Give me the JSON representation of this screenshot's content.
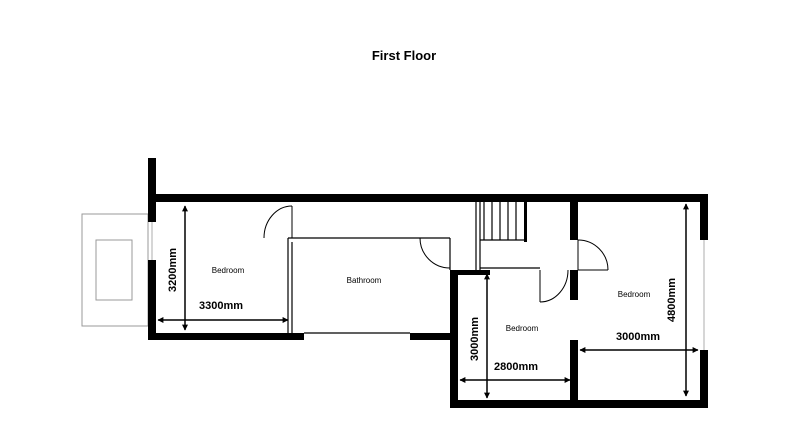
{
  "plan": {
    "title": "First Floor",
    "rooms": {
      "bedroom_left": "Bedroom",
      "bathroom": "Bathroom",
      "bedroom_middle": "Bedroom",
      "bedroom_right": "Bedroom"
    },
    "dimensions": {
      "bedroom_left_height": "3200mm",
      "bedroom_left_width": "3300mm",
      "bedroom_middle_height": "3000mm",
      "bedroom_middle_width": "2800mm",
      "bedroom_right_height": "4800mm",
      "bedroom_right_width": "3000mm"
    },
    "colors": {
      "wall": "#000000",
      "line": "#000000",
      "window": "#bbbbbb"
    }
  }
}
